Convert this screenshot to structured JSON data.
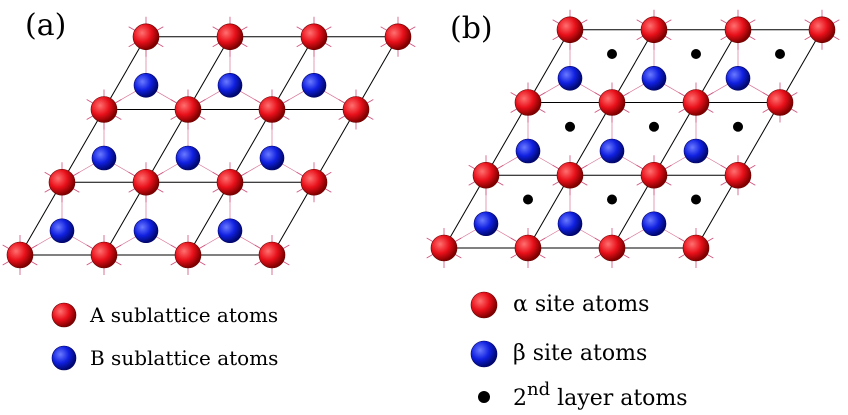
{
  "panels": [
    {
      "label": "(a)",
      "legend": [
        {
          "text": "A  sublattice atoms",
          "color": "#e8101a",
          "kind": "atom"
        },
        {
          "text": "B  sublattice atoms",
          "color": "#1020e0",
          "kind": "atom"
        }
      ]
    },
    {
      "label": "(b)",
      "legend": [
        {
          "text": "α site atoms",
          "color": "#e8101a",
          "kind": "atom"
        },
        {
          "text": "β site atoms",
          "color": "#1020e0",
          "kind": "atom"
        },
        {
          "text": "2",
          "sup": "nd",
          "tail": " layer atoms",
          "color": "#000000",
          "kind": "dot"
        }
      ]
    }
  ],
  "colors": {
    "red": "#e8101a",
    "blue": "#1020e0",
    "dark": "#000000",
    "grid": "#000000",
    "bond": "#d0507a"
  }
}
